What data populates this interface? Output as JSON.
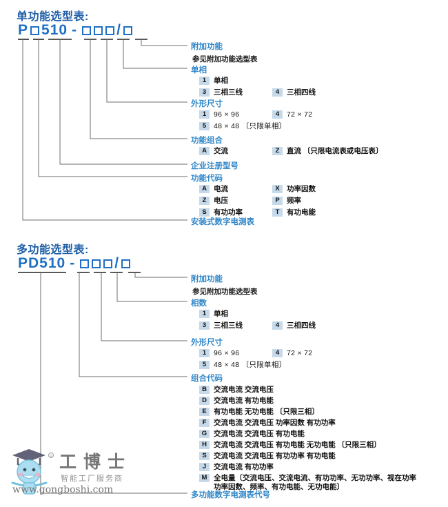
{
  "watermark": {
    "brand": "工博士",
    "tagline": "智能工厂服务商",
    "url": "www.gongboshi.com"
  },
  "sections": [
    {
      "id": "single-function",
      "title": "单功能选型表:",
      "model_code": {
        "parts": [
          "P",
          "box",
          "510",
          "dash",
          "box",
          "box",
          "box",
          "slash",
          "box"
        ],
        "text": "P □ 510 - □□□ / □"
      },
      "groups": [
        {
          "name": "附加功能",
          "note": "参见附加功能选型表",
          "options": []
        },
        {
          "name": "单相",
          "note": "",
          "options": [
            {
              "code": "1",
              "desc": "单相",
              "col": 0
            },
            {
              "code": "3",
              "desc": "三相三线",
              "col": 0
            },
            {
              "code": "4",
              "desc": "三相四线",
              "col": 1
            }
          ]
        },
        {
          "name": "外形尺寸",
          "note": "",
          "numeric": true,
          "options": [
            {
              "code": "1",
              "desc": "96 × 96",
              "col": 0
            },
            {
              "code": "4",
              "desc": "72 × 72",
              "col": 1
            },
            {
              "code": "5",
              "desc": "48 × 48 〔只限单相〕",
              "col": 0
            }
          ]
        },
        {
          "name": "功能组合",
          "note": "",
          "options": [
            {
              "code": "A",
              "desc": "交流",
              "col": 0
            },
            {
              "code": "Z",
              "desc": "直流 〔只限电流表或电压表〕",
              "col": 1
            }
          ]
        },
        {
          "name": "企业注册型号",
          "note": "",
          "options": []
        },
        {
          "name": "功能代码",
          "note": "",
          "options": [
            {
              "code": "A",
              "desc": "电流",
              "col": 0
            },
            {
              "code": "X",
              "desc": "功率因数",
              "col": 1
            },
            {
              "code": "Z",
              "desc": "电压",
              "col": 0
            },
            {
              "code": "P",
              "desc": "频率",
              "col": 1
            },
            {
              "code": "S",
              "desc": "有功功率",
              "col": 0
            },
            {
              "code": "T",
              "desc": "有功电能",
              "col": 1
            }
          ]
        },
        {
          "name": "安装式数字电测表",
          "note": "",
          "options": []
        }
      ]
    },
    {
      "id": "multi-function",
      "title": "多功能选型表:",
      "model_code": {
        "parts": [
          "PD510",
          "dash",
          "box",
          "box",
          "box",
          "slash",
          "box"
        ],
        "text": "PD510 - □□□/□"
      },
      "groups": [
        {
          "name": "附加功能",
          "note": "参见附加功能选型表",
          "options": []
        },
        {
          "name": "相数",
          "note": "",
          "options": [
            {
              "code": "1",
              "desc": "单相",
              "col": 0
            },
            {
              "code": "3",
              "desc": "三相三线",
              "col": 0
            },
            {
              "code": "4",
              "desc": "三相四线",
              "col": 1
            }
          ]
        },
        {
          "name": "外形尺寸",
          "note": "",
          "numeric": true,
          "options": [
            {
              "code": "1",
              "desc": "96 × 96",
              "col": 0
            },
            {
              "code": "4",
              "desc": "72 × 72",
              "col": 1
            },
            {
              "code": "5",
              "desc": "48 × 48 〔只限单相〕",
              "col": 0
            }
          ]
        },
        {
          "name": "组合代码",
          "note": "",
          "options": [
            {
              "code": "B",
              "desc": "交流电流  交流电压",
              "col": 0
            },
            {
              "code": "D",
              "desc": "交流电流  有功电能",
              "col": 0
            },
            {
              "code": "E",
              "desc": "有功电能  无功电能 〔只限三相〕",
              "col": 0
            },
            {
              "code": "F",
              "desc": "交流电流  交流电压  功率因数  有功功率",
              "col": 0
            },
            {
              "code": "G",
              "desc": "交流电流  交流电压  有功电能",
              "col": 0
            },
            {
              "code": "H",
              "desc": "交流电流  交流电压  有功电能  无功电能 〔只限三相〕",
              "col": 0
            },
            {
              "code": "S",
              "desc": "交流电流  交流电压  有功功率  有功电能",
              "col": 0
            },
            {
              "code": "J",
              "desc": "交流电流  有功功率",
              "col": 0
            },
            {
              "code": "M",
              "desc": "全电量〔交流电压、交流电流、有功功率、无功功率、视在功率\n功率因数、频率、有功电能、无功电能〕",
              "col": 0
            }
          ]
        },
        {
          "name": "多功能数字电测表代号",
          "note": "",
          "options": []
        }
      ]
    }
  ]
}
